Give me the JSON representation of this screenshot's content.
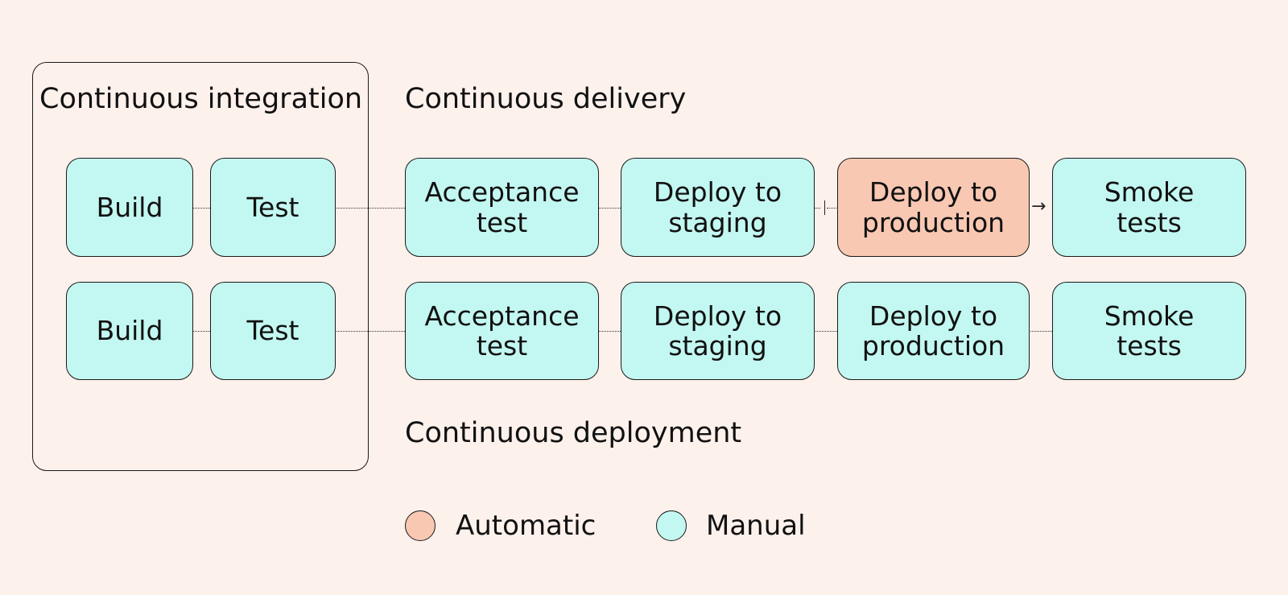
{
  "headings": {
    "ci": "Continuous integration",
    "delivery": "Continuous delivery",
    "deployment": "Continuous deployment"
  },
  "delivery_row": [
    {
      "label": "Build",
      "kind": "manual"
    },
    {
      "label": "Test",
      "kind": "manual"
    },
    {
      "label": "Acceptance\ntest",
      "kind": "manual"
    },
    {
      "label": "Deploy to\nstaging",
      "kind": "manual"
    },
    {
      "label": "Deploy to\nproduction",
      "kind": "automatic"
    },
    {
      "label": "Smoke\ntests",
      "kind": "manual"
    }
  ],
  "deployment_row": [
    {
      "label": "Build",
      "kind": "manual"
    },
    {
      "label": "Test",
      "kind": "manual"
    },
    {
      "label": "Acceptance\ntest",
      "kind": "manual"
    },
    {
      "label": "Deploy to\nstaging",
      "kind": "manual"
    },
    {
      "label": "Deploy to\nproduction",
      "kind": "manual"
    },
    {
      "label": "Smoke\ntests",
      "kind": "manual"
    }
  ],
  "legend": {
    "automatic": "Automatic",
    "manual": "Manual"
  },
  "colors": {
    "background": "#fdf1ec",
    "automatic": "#f8c8b3",
    "manual": "#c3f7f1",
    "stroke": "#1a1a1a"
  },
  "icons": {
    "delivery_gate": "manual-gate-icon",
    "delivery_arrow": "arrow-right-icon"
  }
}
